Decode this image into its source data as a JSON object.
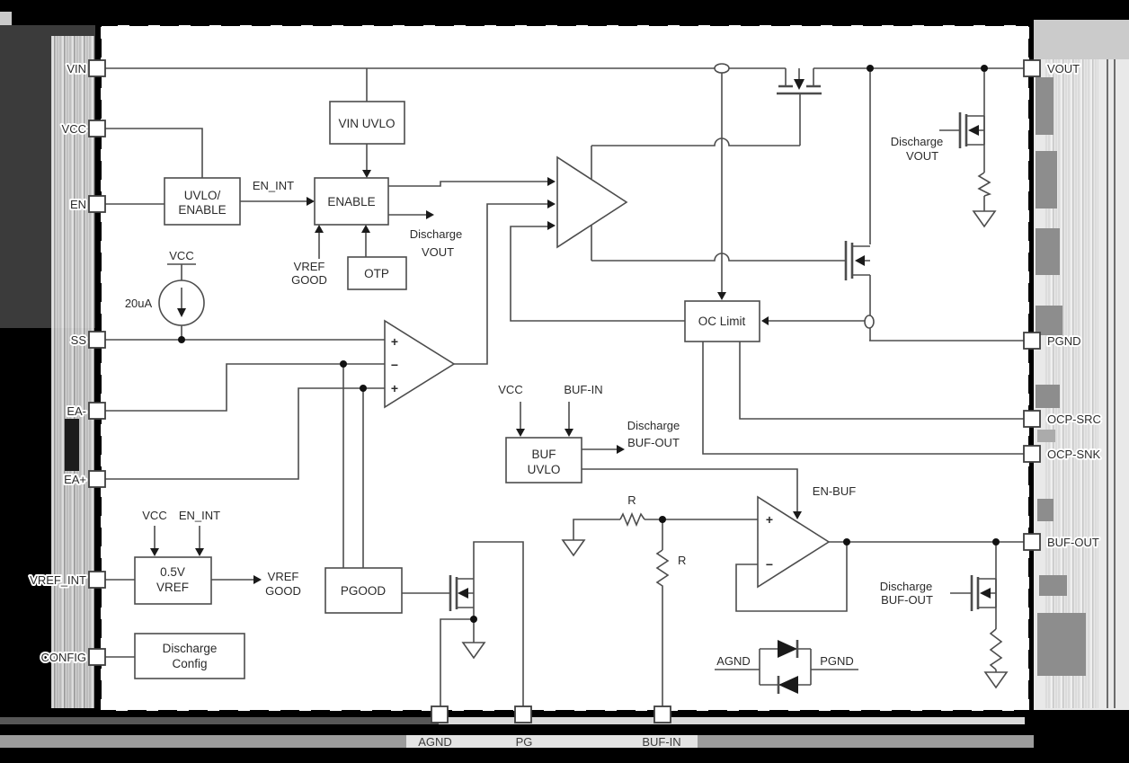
{
  "pins": {
    "left": [
      "VIN",
      "VCC",
      "EN",
      "SS",
      "EA-",
      "EA+",
      "VREF_INT",
      "CONFIG"
    ],
    "right": [
      "VOUT",
      "PGND",
      "OCP-SRC",
      "OCP-SNK",
      "BUF-OUT"
    ],
    "bottom": [
      "AGND",
      "PG",
      "BUF-IN"
    ]
  },
  "blocks": {
    "vin_uvlo": "VIN UVLO",
    "uvlo_enable_line1": "UVLO/",
    "uvlo_enable_line2": "ENABLE",
    "enable": "ENABLE",
    "otp": "OTP",
    "oc_limit": "OC Limit",
    "buf_uvlo_line1": "BUF",
    "buf_uvlo_line2": "UVLO",
    "pgood": "PGOOD",
    "vref_line1": "0.5V",
    "vref_line2": "VREF",
    "discharge_config_line1": "Discharge",
    "discharge_config_line2": "Config"
  },
  "labels": {
    "en_int": "EN_INT",
    "vcc": "VCC",
    "buf_in": "BUF-IN",
    "en_buf": "EN-BUF",
    "vref_good_line1": "VREF",
    "vref_good_line2": "GOOD",
    "discharge": "Discharge",
    "vout": "VOUT",
    "buf_out": "BUF-OUT",
    "current_source": "20uA",
    "resistor": "R",
    "agnd": "AGND",
    "pgnd": "PGND",
    "plus": "+",
    "minus": "−"
  },
  "colors": {
    "page_bg": "#000000",
    "diagram_bg": "#ffffff",
    "wire": "#4d4d4d",
    "text": "#2b2b2b",
    "margin_dark": "#3b3b3b",
    "margin_block_gray": "#8d8d8d",
    "border": "#000000"
  }
}
